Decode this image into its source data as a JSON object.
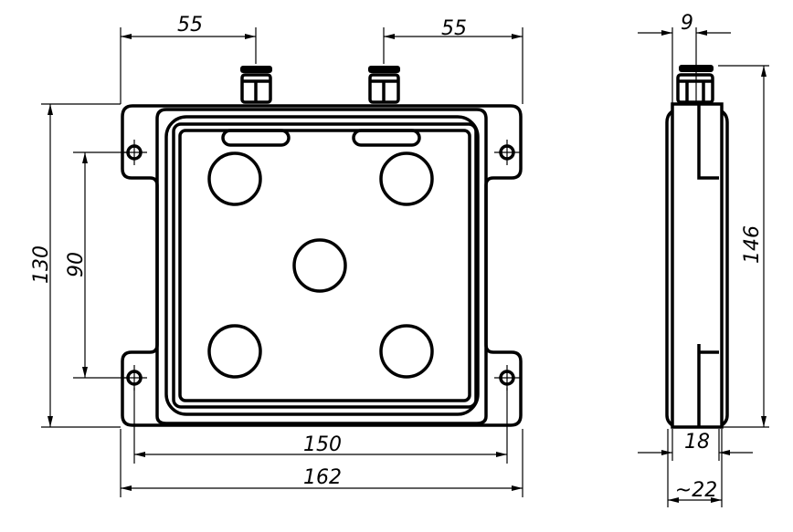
{
  "drawing": {
    "front_view": {
      "dim_fitting_left": "55",
      "dim_fitting_right": "55",
      "dim_height_outer": "130",
      "dim_hole_spacing_vertical": "90",
      "dim_hole_spacing_horizontal": "150",
      "dim_width_outer": "162"
    },
    "side_view": {
      "dim_fitting_offset": "9",
      "dim_total_height": "146",
      "dim_body_thickness": "18",
      "dim_total_thickness": "~22"
    }
  }
}
